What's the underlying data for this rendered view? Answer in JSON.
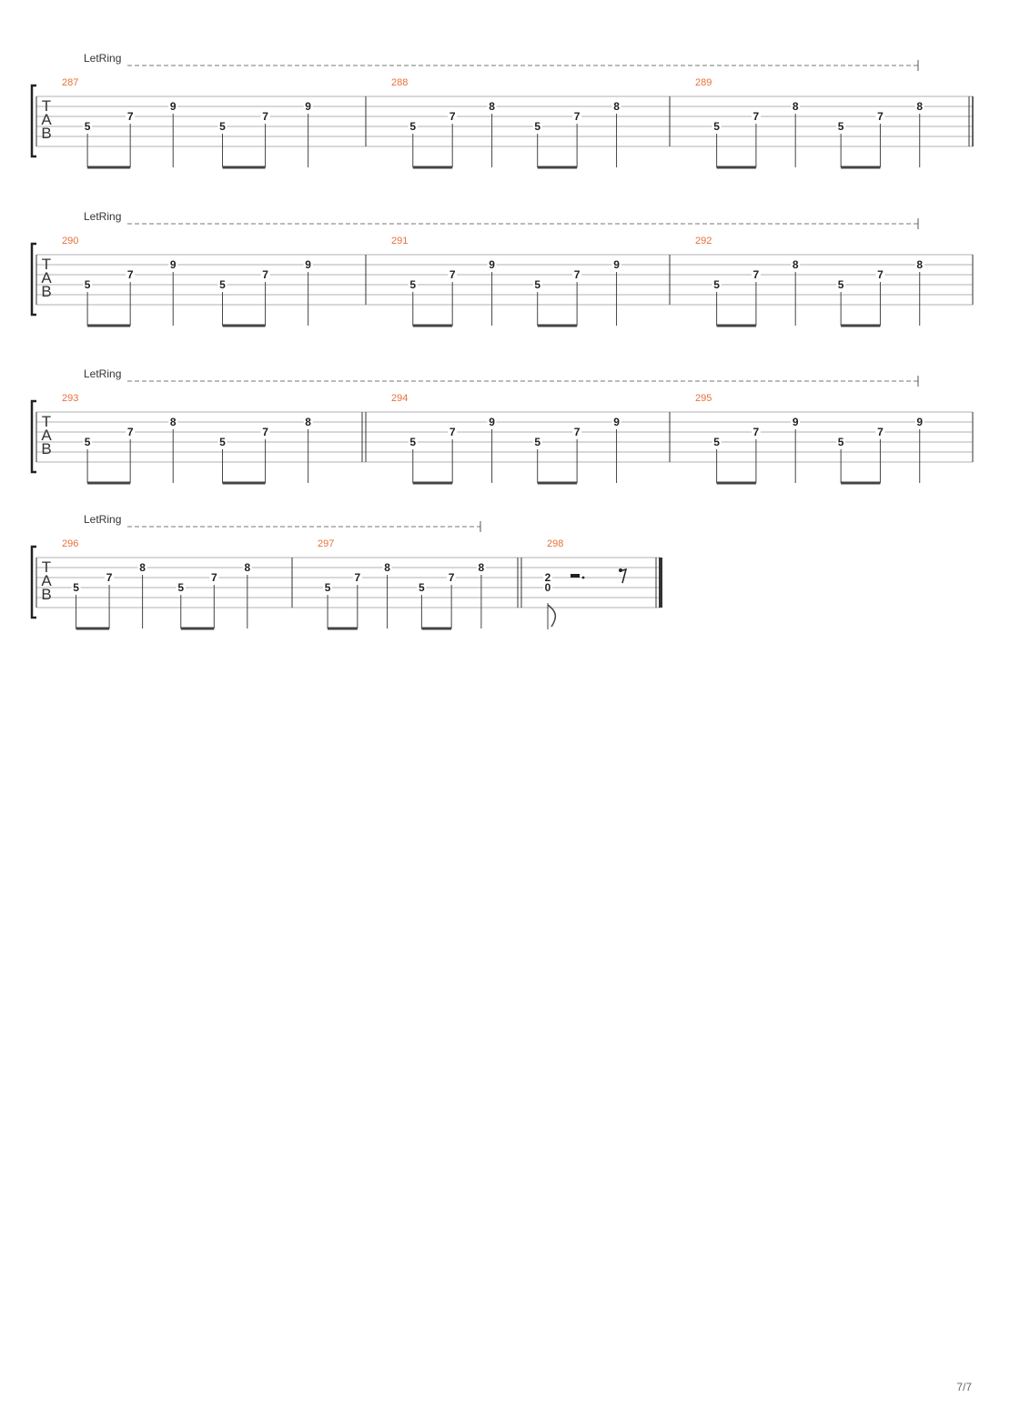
{
  "page": {
    "number_label": "7/7"
  },
  "colors": {
    "measure_number": "#e8703a",
    "ink": "#222222",
    "staff_line": "#b0b0b0"
  },
  "tab_clef": [
    "T",
    "A",
    "B"
  ],
  "systems": [
    {
      "let_ring_label": "LetRing",
      "measures": [
        {
          "number": "287",
          "notes": [
            {
              "fret": "5",
              "string": 4
            },
            {
              "fret": "7",
              "string": 3
            },
            {
              "fret": "9",
              "string": 2
            },
            {
              "fret": "5",
              "string": 4
            },
            {
              "fret": "7",
              "string": 3
            },
            {
              "fret": "9",
              "string": 2
            }
          ]
        },
        {
          "number": "288",
          "notes": [
            {
              "fret": "5",
              "string": 4
            },
            {
              "fret": "7",
              "string": 3
            },
            {
              "fret": "8",
              "string": 2
            },
            {
              "fret": "5",
              "string": 4
            },
            {
              "fret": "7",
              "string": 3
            },
            {
              "fret": "8",
              "string": 2
            }
          ]
        },
        {
          "number": "289",
          "notes": [
            {
              "fret": "5",
              "string": 4
            },
            {
              "fret": "7",
              "string": 3
            },
            {
              "fret": "8",
              "string": 2
            },
            {
              "fret": "5",
              "string": 4
            },
            {
              "fret": "7",
              "string": 3
            },
            {
              "fret": "8",
              "string": 2
            }
          ]
        }
      ]
    },
    {
      "let_ring_label": "LetRing",
      "measures": [
        {
          "number": "290",
          "notes": [
            {
              "fret": "5",
              "string": 4
            },
            {
              "fret": "7",
              "string": 3
            },
            {
              "fret": "9",
              "string": 2
            },
            {
              "fret": "5",
              "string": 4
            },
            {
              "fret": "7",
              "string": 3
            },
            {
              "fret": "9",
              "string": 2
            }
          ]
        },
        {
          "number": "291",
          "notes": [
            {
              "fret": "5",
              "string": 4
            },
            {
              "fret": "7",
              "string": 3
            },
            {
              "fret": "9",
              "string": 2
            },
            {
              "fret": "5",
              "string": 4
            },
            {
              "fret": "7",
              "string": 3
            },
            {
              "fret": "9",
              "string": 2
            }
          ]
        },
        {
          "number": "292",
          "notes": [
            {
              "fret": "5",
              "string": 4
            },
            {
              "fret": "7",
              "string": 3
            },
            {
              "fret": "8",
              "string": 2
            },
            {
              "fret": "5",
              "string": 4
            },
            {
              "fret": "7",
              "string": 3
            },
            {
              "fret": "8",
              "string": 2
            }
          ]
        }
      ]
    },
    {
      "let_ring_label": "LetRing",
      "measures": [
        {
          "number": "293",
          "notes": [
            {
              "fret": "5",
              "string": 4
            },
            {
              "fret": "7",
              "string": 3
            },
            {
              "fret": "8",
              "string": 2
            },
            {
              "fret": "5",
              "string": 4
            },
            {
              "fret": "7",
              "string": 3
            },
            {
              "fret": "8",
              "string": 2
            }
          ]
        },
        {
          "number": "294",
          "notes": [
            {
              "fret": "5",
              "string": 4
            },
            {
              "fret": "7",
              "string": 3
            },
            {
              "fret": "9",
              "string": 2
            },
            {
              "fret": "5",
              "string": 4
            },
            {
              "fret": "7",
              "string": 3
            },
            {
              "fret": "9",
              "string": 2
            }
          ]
        },
        {
          "number": "295",
          "notes": [
            {
              "fret": "5",
              "string": 4
            },
            {
              "fret": "7",
              "string": 3
            },
            {
              "fret": "9",
              "string": 2
            },
            {
              "fret": "5",
              "string": 4
            },
            {
              "fret": "7",
              "string": 3
            },
            {
              "fret": "9",
              "string": 2
            }
          ]
        }
      ]
    },
    {
      "let_ring_label": "LetRing",
      "measures": [
        {
          "number": "296",
          "notes": [
            {
              "fret": "5",
              "string": 4
            },
            {
              "fret": "7",
              "string": 3
            },
            {
              "fret": "8",
              "string": 2
            },
            {
              "fret": "5",
              "string": 4
            },
            {
              "fret": "7",
              "string": 3
            },
            {
              "fret": "8",
              "string": 2
            }
          ]
        },
        {
          "number": "297",
          "notes": [
            {
              "fret": "5",
              "string": 4
            },
            {
              "fret": "7",
              "string": 3
            },
            {
              "fret": "8",
              "string": 2
            },
            {
              "fret": "5",
              "string": 4
            },
            {
              "fret": "7",
              "string": 3
            },
            {
              "fret": "8",
              "string": 2
            }
          ]
        },
        {
          "number": "298",
          "notes": [
            {
              "fret": "2",
              "string": 3
            },
            {
              "fret": "0",
              "string": 4
            }
          ]
        }
      ]
    }
  ]
}
